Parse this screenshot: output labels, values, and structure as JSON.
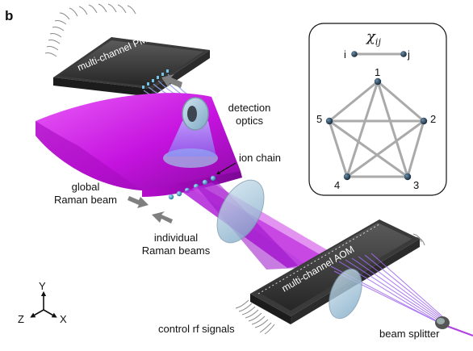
{
  "panel_label": "b",
  "labels": {
    "pmt": "multi-channel PMT",
    "detection_optics_1": "detection",
    "detection_optics_2": "optics",
    "ion_chain": "ion chain",
    "global_raman_1": "global",
    "global_raman_2": "Raman beam",
    "individual_raman_1": "individual",
    "individual_raman_2": "Raman beams",
    "aom": "multi-channel AOM",
    "control_rf": "control rf signals",
    "beam_splitter": "beam splitter"
  },
  "axes": {
    "y": "Y",
    "z": "Z",
    "x": "X"
  },
  "graph_inset": {
    "coupling_symbol": "χ",
    "coupling_subscript": "ij",
    "edge_endpoint_i": "i",
    "edge_endpoint_j": "j",
    "nodes": [
      "1",
      "2",
      "3",
      "4",
      "5"
    ],
    "node_color": "#1f3b4f",
    "edge_color": "#aaaaaa"
  },
  "colors": {
    "global_beam": "#d21ee6",
    "individual_beams": "#9a2fe0",
    "lens": "#9fc3dc",
    "detection_light": "#9aa6ff",
    "device_body": "#2b2b2b",
    "arrow": "#7f7f7f"
  }
}
